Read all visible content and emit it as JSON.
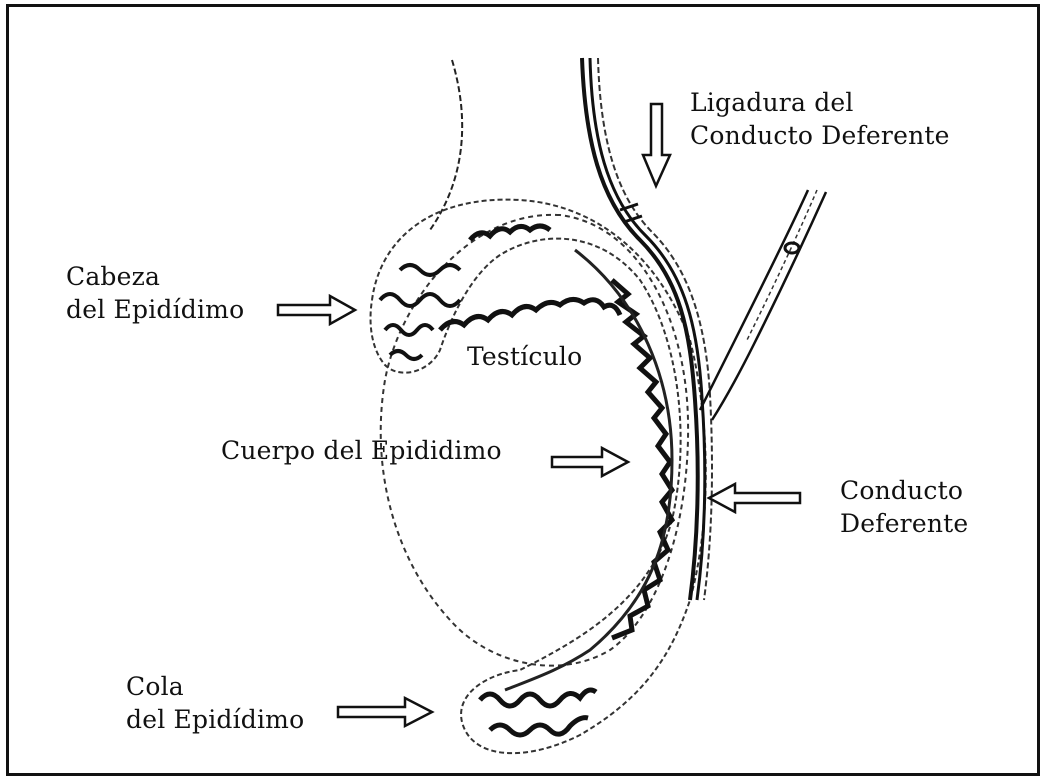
{
  "labels": {
    "ligadura": {
      "line1": "Ligadura del",
      "line2": "Conducto Deferente"
    },
    "cabeza": {
      "line1": "Cabeza",
      "line2": "del Epidídimo"
    },
    "testiculo": "Testículo",
    "cuerpo": "Cuerpo del Epididimo",
    "conducto": {
      "line1": "Conducto",
      "line2": "Deferente"
    },
    "cola": {
      "line1": "Cola",
      "line2": "del Epidídimo"
    }
  }
}
